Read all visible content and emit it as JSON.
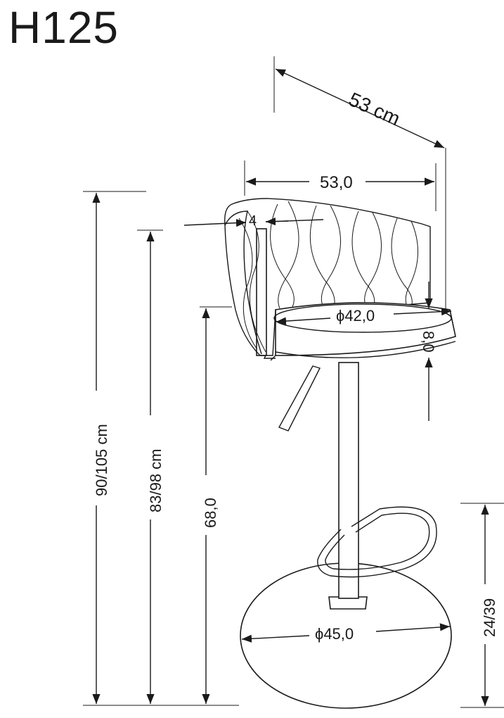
{
  "model": "H125",
  "dimensions": {
    "depth_top": "53 cm",
    "width_back": "53,0",
    "back_thickness": "4",
    "seat_diameter": "ϕ42,0",
    "seat_thickness": "8,0",
    "total_height": "90/105 cm",
    "armrest_height": "83/98 cm",
    "seat_height": "68,0",
    "base_diameter": "ϕ45,0",
    "footrest_height": "24/39"
  },
  "colors": {
    "line": "#1a1a1a",
    "background": "#ffffff"
  }
}
